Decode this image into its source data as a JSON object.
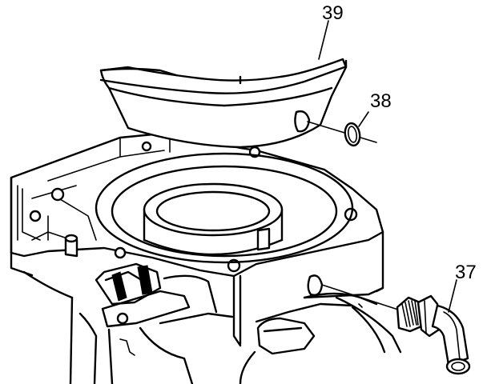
{
  "callouts": {
    "part_37": "37",
    "part_38": "38",
    "part_39": "39"
  },
  "colors": {
    "line": "#000000",
    "background": "#ffffff"
  }
}
